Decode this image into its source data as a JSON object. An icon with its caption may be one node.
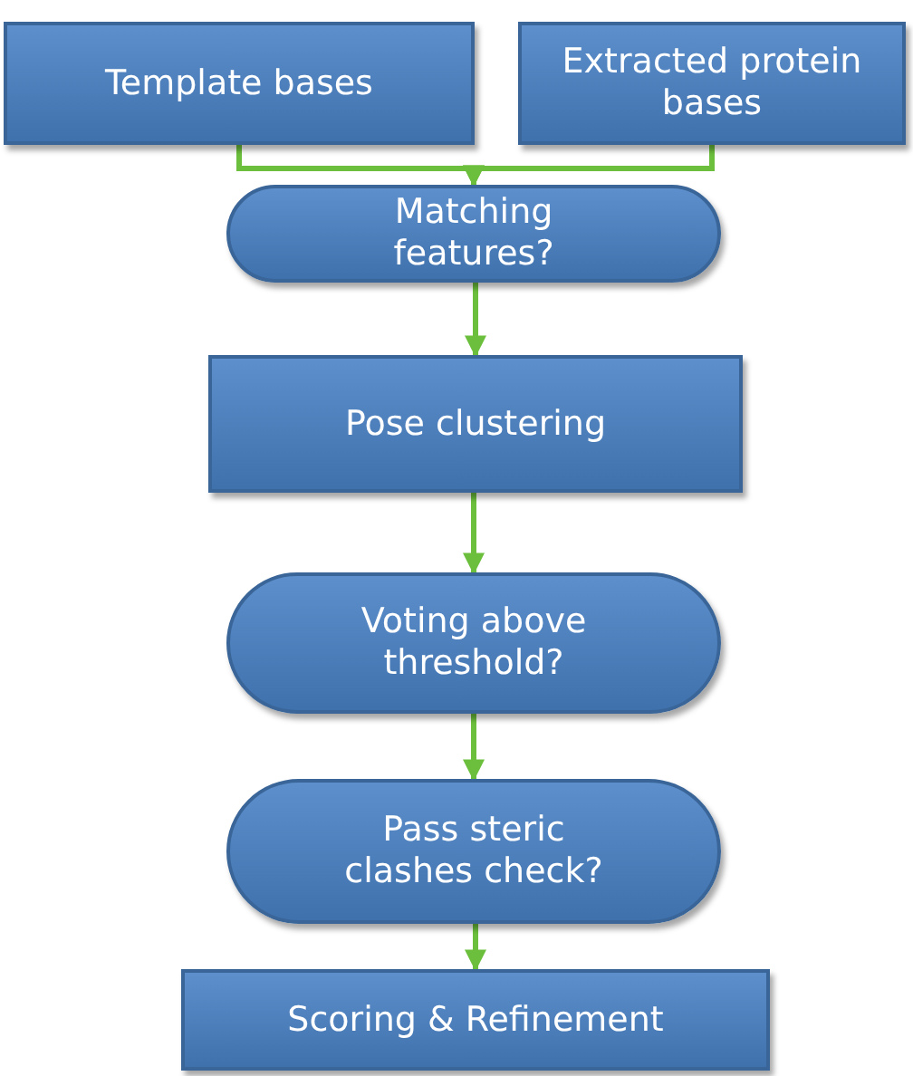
{
  "diagram": {
    "nodes": [
      {
        "text": [
          "Template bases"
        ]
      },
      {
        "text": [
          "Extracted protein bases"
        ]
      },
      {
        "text": [
          "Matching features?"
        ]
      },
      {
        "text": [
          "Pose clustering"
        ]
      },
      {
        "text": [
          "Voting above threshold?"
        ]
      },
      {
        "text": [
          "Pass steric clashes check?"
        ]
      },
      {
        "text": [
          "Scoring & Refinement"
        ]
      }
    ],
    "edges": [
      {
        "from": 0,
        "to": 2,
        "arrow": "to"
      },
      {
        "from": 1,
        "to": 2,
        "arrow": "to"
      },
      {
        "from": 2,
        "to": 3,
        "arrow": "to"
      },
      {
        "from": 3,
        "to": 4,
        "arrow": "to"
      },
      {
        "from": 4,
        "to": 5,
        "arrow": "to"
      },
      {
        "from": 5,
        "to": 6,
        "arrow": "to"
      }
    ]
  }
}
